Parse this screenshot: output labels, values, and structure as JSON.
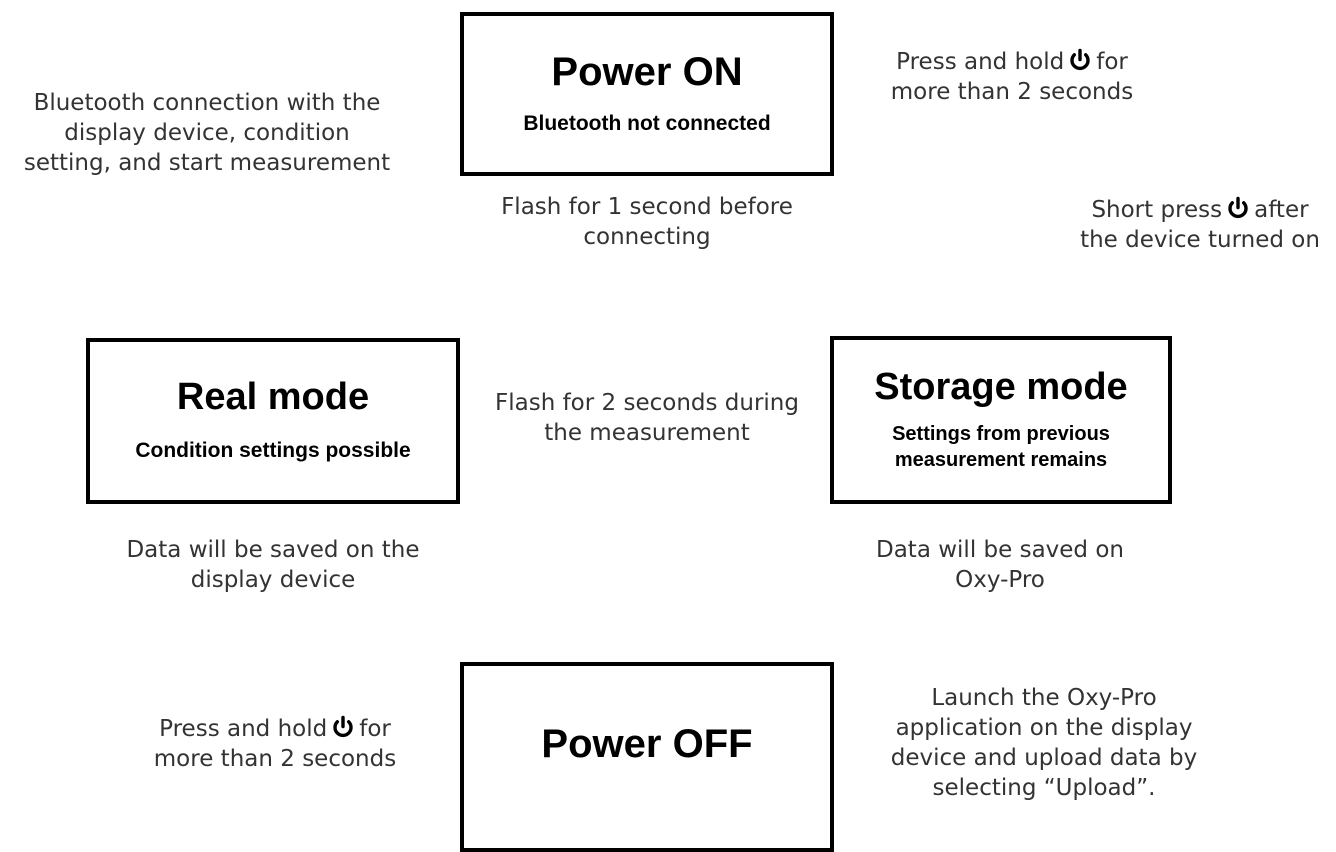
{
  "power_icon": "power-icon",
  "boxes": {
    "power_on": {
      "title": "Power ON",
      "subtitle": "Bluetooth not connected"
    },
    "real_mode": {
      "title": "Real mode",
      "subtitle": "Condition settings possible"
    },
    "storage_mode": {
      "title": "Storage mode",
      "subtitle_line1": "Settings from previous",
      "subtitle_line2": "measurement remains"
    },
    "power_off": {
      "title": "Power OFF"
    }
  },
  "notes": {
    "left_top": {
      "line1": "Bluetooth connection with the",
      "line2": "display device, condition",
      "line3": "setting, and start measurement"
    },
    "right_top": {
      "line1_pre": "Press and hold",
      "line1_post": "for",
      "line2": "more than 2 seconds"
    },
    "center_top": {
      "line1": "Flash for 1 second before",
      "line2": "connecting"
    },
    "right_mid": {
      "line1_pre": "Short press",
      "line1_post": "after",
      "line2": "the device turned on"
    },
    "center_mid": {
      "line1": "Flash for 2 seconds during",
      "line2": "the measurement"
    },
    "left_saved": {
      "line1": "Data will be saved on the",
      "line2": "display device"
    },
    "right_saved": {
      "line1": "Data will be saved on",
      "line2": "Oxy-Pro"
    },
    "left_bottom": {
      "line1_pre": "Press and hold",
      "line1_post": "for",
      "line2": "more than 2 seconds"
    },
    "right_bottom": {
      "line1": "Launch the Oxy-Pro",
      "line2": "application on the display",
      "line3": "device and upload data by",
      "line4": "selecting “Upload”."
    }
  }
}
